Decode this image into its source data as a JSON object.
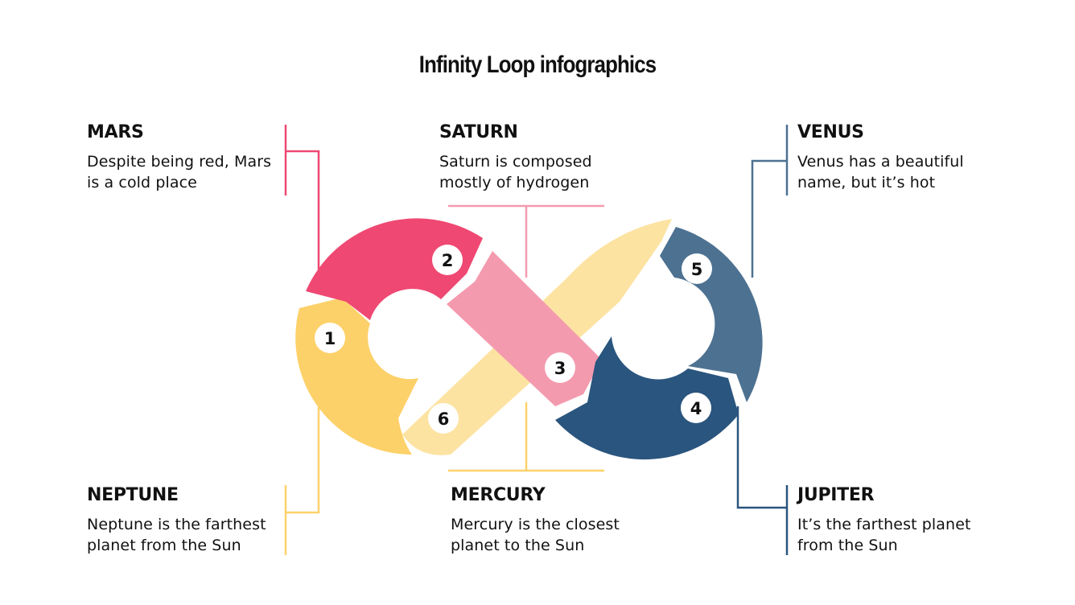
{
  "title": "Infinity Loop infographics",
  "colors": {
    "segment_1": "#FDD16A",
    "segment_2": "#EF4872",
    "segment_3": "#F49AAF",
    "segment_4": "#2A557E",
    "segment_5": "#4D7191",
    "segment_6": "#FDE3A2"
  },
  "steps": [
    {
      "number": "1",
      "heading": "NEPTUNE",
      "description": "Neptune is the farthest\nplanet from the Sun"
    },
    {
      "number": "2",
      "heading": "MARS",
      "description": "Despite being red, Mars\nis a cold place"
    },
    {
      "number": "3",
      "heading": "SATURN",
      "description": "Saturn is composed\nmostly of hydrogen"
    },
    {
      "number": "4",
      "heading": "JUPITER",
      "description": "It’s the farthest planet\nfrom the Sun"
    },
    {
      "number": "5",
      "heading": "VENUS",
      "description": "Venus has a beautiful\nname, but it’s hot"
    },
    {
      "number": "6",
      "heading": "MERCURY",
      "description": "Mercury is the  closest\nplanet to the Sun"
    }
  ]
}
